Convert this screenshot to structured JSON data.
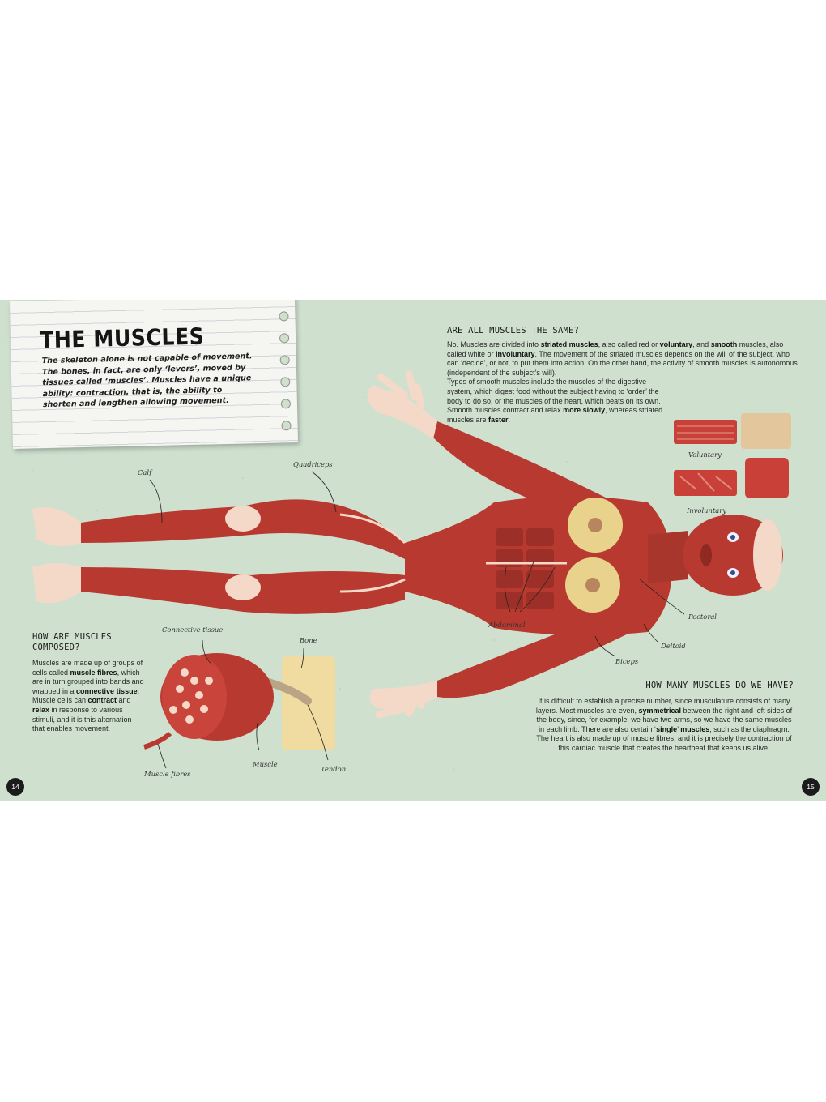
{
  "page": {
    "title": "THE MUSCLES",
    "intro": "The skeleton alone is not capable of movement. The bones, in fact, are only ‘levers’, moved by tissues called ‘muscles’. Muscles have a unique ability: contraction, that is, the ability to shorten and lengthen allowing movement."
  },
  "sections": {
    "same": {
      "heading": "ARE ALL MUSCLES THE SAME?",
      "p1a": "No. Muscles are divided into ",
      "p1b": "striated muscles",
      "p1c": ", also called red or ",
      "p1d": "voluntary",
      "p1e": ", and ",
      "p1f": "smooth",
      "p1g": " muscles, also called white or ",
      "p1h": "involuntary",
      "p1i": ". The movement of the striated muscles depends on the will of the subject, who can ‘decide’, or not, to put them into action. On the other hand, the activity of smooth muscles is autonomous (independent of the subject’s will).",
      "p2a": "Types of smooth muscles include the muscles of the digestive system, which digest food without the subject having to ‘order’ the body to do so, or the muscles of the heart, which beats on its own. Smooth muscles contract and relax ",
      "p2b": "more slowly",
      "p2c": ", whereas striated muscles are ",
      "p2d": "faster",
      "p2e": "."
    },
    "composed": {
      "heading": "HOW ARE MUSCLES COMPOSED?",
      "a": "Muscles are made up of groups of cells called ",
      "b": "muscle fibres",
      "c": ", which are in turn grouped into bands and wrapped in a ",
      "d": "connective tissue",
      "e": ". Muscle cells can ",
      "f": "contract",
      "g": " and ",
      "h": "relax",
      "i": " in response to various stimuli, and it is this alternation that enables movement."
    },
    "howmany": {
      "heading": "HOW MANY MUSCLES DO WE HAVE?",
      "a": "It is difficult to establish a precise number, since musculature consists of many layers. Most muscles are even, ",
      "b": "symmetrical",
      "c": " between the right and left sides of the body, since, for example, we have two arms, so we have the same muscles in each limb. There are also certain ‘",
      "d": "single",
      "e": "’ ",
      "f": "muscles",
      "g": ", such as the diaphragm. The heart is also made up of muscle fibres, and it is precisely the contraction of this cardiac muscle that creates the heartbeat that keeps us alive."
    }
  },
  "labels": {
    "calf": "Calf",
    "quadriceps": "Quadriceps",
    "abdominal": "Abdominal",
    "pectoral": "Pectoral",
    "deltoid": "Deltoid",
    "biceps": "Biceps",
    "voluntary": "Voluntary",
    "involuntary": "Involuntary",
    "connective_tissue": "Connective tissue",
    "bone": "Bone",
    "muscle": "Muscle",
    "tendon": "Tendon",
    "muscle_fibres": "Muscle fibres"
  },
  "page_numbers": {
    "left": "14",
    "right": "15"
  },
  "colors": {
    "background": "#cfe0cf",
    "muscle": "#b8392f",
    "muscle_dark": "#8e2a22",
    "tendon": "#f4d9c8",
    "bone": "#f0dca0"
  }
}
